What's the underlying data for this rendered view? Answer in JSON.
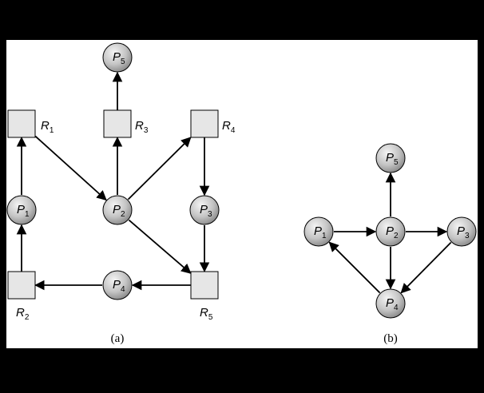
{
  "colors": {
    "background": "#000000",
    "panel": "#ffffff",
    "node_fill_light": "#f0f0f0",
    "node_fill_dark": "#9a9a9a",
    "resource_fill": "#e6e6e6",
    "stroke": "#000000"
  },
  "diagram_a": {
    "caption": "(a)",
    "processes": [
      {
        "id": "P5",
        "letter": "P",
        "sub": "5"
      },
      {
        "id": "P1",
        "letter": "P",
        "sub": "1"
      },
      {
        "id": "P2",
        "letter": "P",
        "sub": "2"
      },
      {
        "id": "P3",
        "letter": "P",
        "sub": "3"
      },
      {
        "id": "P4",
        "letter": "P",
        "sub": "4"
      }
    ],
    "resources": [
      {
        "id": "R1",
        "letter": "R",
        "sub": "1"
      },
      {
        "id": "R3",
        "letter": "R",
        "sub": "3"
      },
      {
        "id": "R4",
        "letter": "R",
        "sub": "4"
      },
      {
        "id": "R2",
        "letter": "R",
        "sub": "2"
      },
      {
        "id": "R5",
        "letter": "R",
        "sub": "5"
      }
    ],
    "edges": [
      {
        "from": "R1",
        "to": "P2"
      },
      {
        "from": "P1",
        "to": "R1"
      },
      {
        "from": "R2",
        "to": "P1"
      },
      {
        "from": "P2",
        "to": "R3"
      },
      {
        "from": "R3",
        "to": "P5"
      },
      {
        "from": "P2",
        "to": "R4"
      },
      {
        "from": "R4",
        "to": "P3"
      },
      {
        "from": "P3",
        "to": "R5"
      },
      {
        "from": "P2",
        "to": "R5"
      },
      {
        "from": "R5",
        "to": "P4"
      },
      {
        "from": "P4",
        "to": "R2"
      }
    ]
  },
  "diagram_b": {
    "caption": "(b)",
    "processes": [
      {
        "id": "P5",
        "letter": "P",
        "sub": "5"
      },
      {
        "id": "P1",
        "letter": "P",
        "sub": "1"
      },
      {
        "id": "P2",
        "letter": "P",
        "sub": "2"
      },
      {
        "id": "P3",
        "letter": "P",
        "sub": "3"
      },
      {
        "id": "P4",
        "letter": "P",
        "sub": "4"
      }
    ],
    "edges": [
      {
        "from": "P1",
        "to": "P2"
      },
      {
        "from": "P2",
        "to": "P5"
      },
      {
        "from": "P2",
        "to": "P3"
      },
      {
        "from": "P2",
        "to": "P4"
      },
      {
        "from": "P3",
        "to": "P4"
      },
      {
        "from": "P4",
        "to": "P1"
      }
    ]
  }
}
